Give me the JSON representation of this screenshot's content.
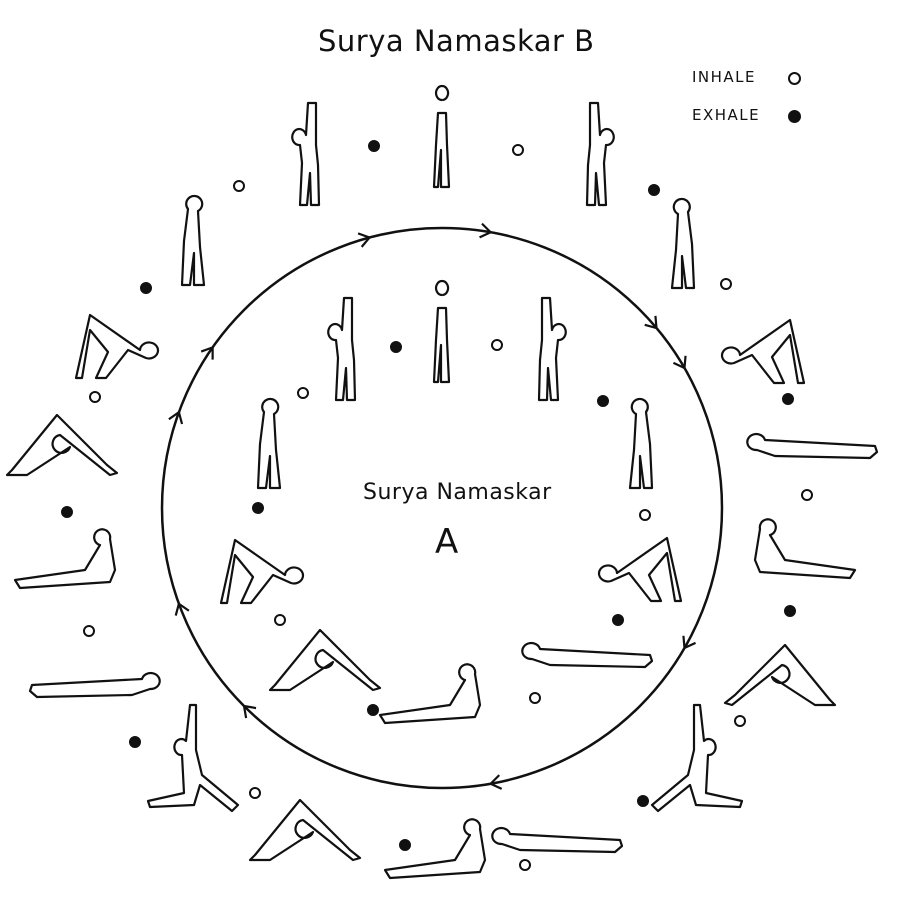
{
  "diagram": {
    "title_b": "Surya Namaskar  B",
    "title_a": "Surya Namaskar",
    "title_a_letter": "A",
    "legend": [
      {
        "label": "INHALE",
        "marker": "open-circle"
      },
      {
        "label": "EXHALE",
        "marker": "filled-circle"
      }
    ],
    "colors": {
      "ink": "#111111",
      "figure_fill": "#ffffff",
      "background": "#ffffff"
    }
  }
}
